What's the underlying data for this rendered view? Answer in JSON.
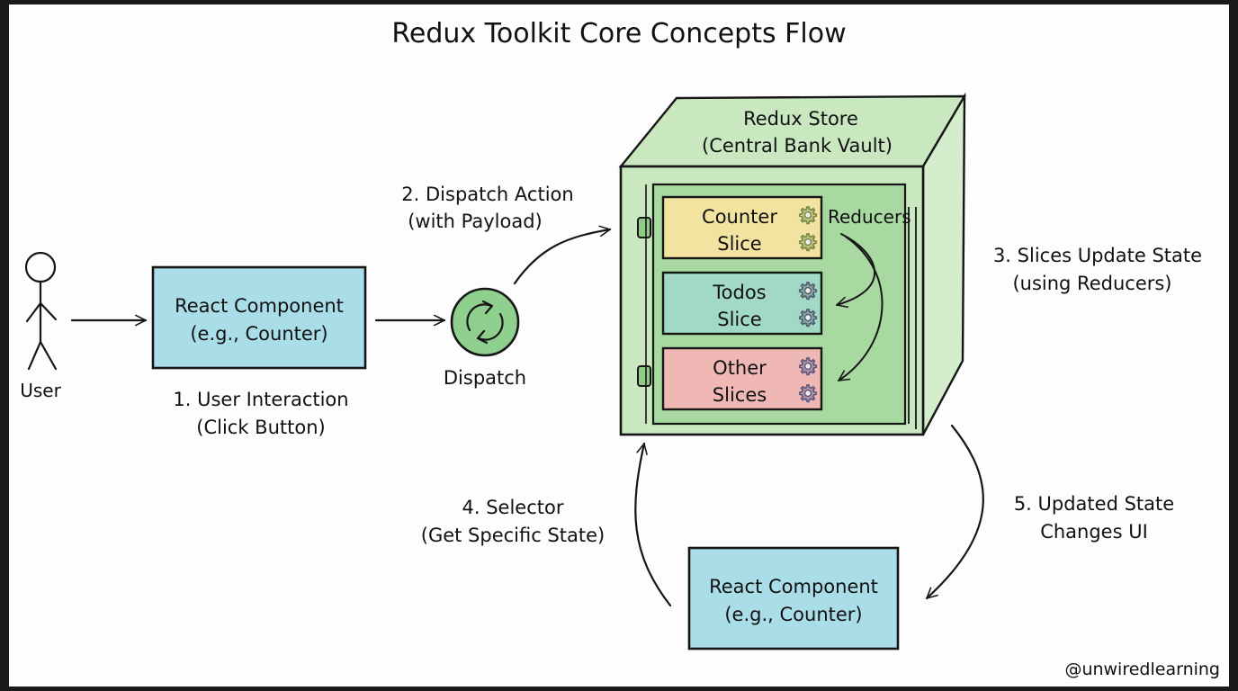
{
  "title": "Redux Toolkit Core Concepts Flow",
  "user": {
    "label": "User"
  },
  "component_top": {
    "line1": "React Component",
    "line2": "(e.g., Counter)",
    "fill": "#a9dde8"
  },
  "step1": {
    "line1": "1. User Interaction",
    "line2": "(Click Button)"
  },
  "dispatch": {
    "label": "Dispatch",
    "fill": "#8fd08e"
  },
  "step2": {
    "line1": "2. Dispatch Action",
    "line2": "(with Payload)"
  },
  "store": {
    "line1": "Redux Store",
    "line2": "(Central Bank Vault)",
    "fill_front": "#c9e8c0",
    "fill_inner": "#a8d9a0",
    "reducers_label": "Reducers",
    "slices": [
      {
        "line1": "Counter",
        "line2": "Slice",
        "fill": "#f3e3a0",
        "gear_color": "#7a8a4a"
      },
      {
        "line1": "Todos",
        "line2": "Slice",
        "fill": "#a1d8c6",
        "gear_color": "#556070"
      },
      {
        "line1": "Other",
        "line2": "Slices",
        "fill": "#f0b8b5",
        "gear_color": "#5f5a80"
      }
    ]
  },
  "step3": {
    "line1": "3. Slices Update State",
    "line2": "(using Reducers)"
  },
  "step4": {
    "line1": "4. Selector",
    "line2": "(Get Specific State)"
  },
  "step5": {
    "line1": "5. Updated State",
    "line2": "Changes UI"
  },
  "component_bottom": {
    "line1": "React Component",
    "line2": "(e.g., Counter)",
    "fill": "#a9dde8"
  },
  "watermark": "@unwiredlearning"
}
